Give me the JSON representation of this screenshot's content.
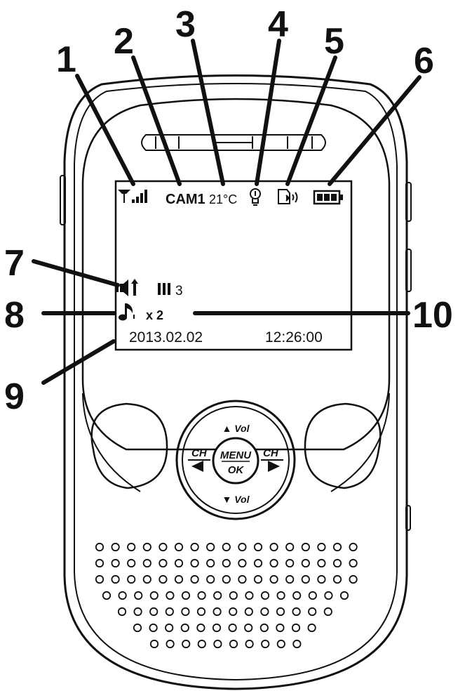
{
  "callouts": {
    "c1": "1",
    "c2": "2",
    "c3": "3",
    "c4": "4",
    "c5": "5",
    "c6": "6",
    "c7": "7",
    "c8": "8",
    "c9": "9",
    "c10": "10"
  },
  "display": {
    "camera": "CAM1",
    "temperature": "21°C",
    "volume_level": "3",
    "lullaby_repeat": "x 2",
    "date": "2013.02.02",
    "time": "12:26:00"
  },
  "buttons": {
    "vol_up": "▲ Vol",
    "vol_down": "▼ Vol",
    "ch_left": "CH",
    "ch_right": "CH",
    "menu": "MENU",
    "ok": "OK"
  },
  "icons": {
    "signal": "signal-strength-icon",
    "temperature": "thermometer-icon",
    "nightlight": "nightlight-bulb-icon",
    "talk": "talk-back-icon",
    "battery": "battery-icon",
    "speaker": "speaker-volume-icon",
    "music": "music-note-icon"
  }
}
